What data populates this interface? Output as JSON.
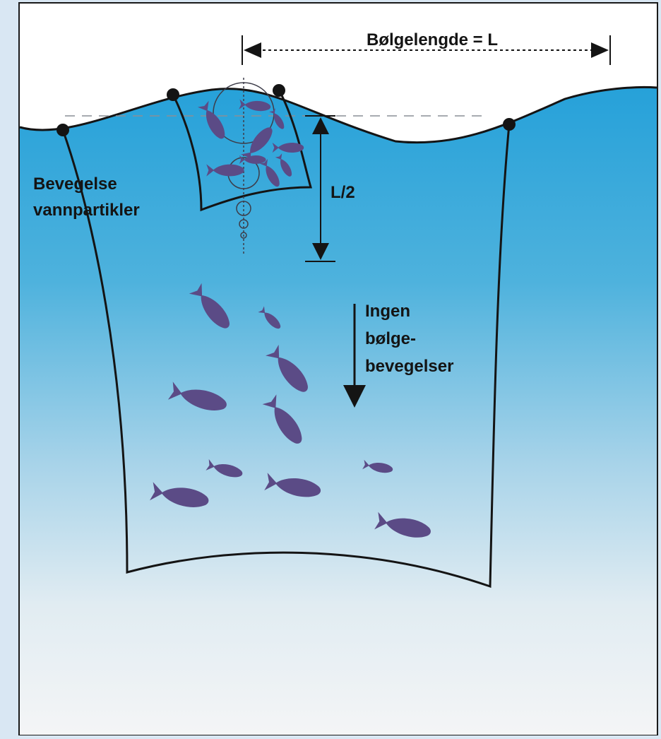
{
  "labels": {
    "wavelength": "Bølgelengde = L",
    "half_wavelength": "L/2",
    "particle_motion_line1": "Bevegelse",
    "particle_motion_line2": "vannpartikler",
    "no_wave_line1": "Ingen",
    "no_wave_line2": "bølge-",
    "no_wave_line3": "bevegelser"
  },
  "colors": {
    "water_surface": "#2aa3d8",
    "water_deep": "#f2f4f6",
    "fish": "#5b4b86",
    "outline": "#141414",
    "frame_background": "#ffffff"
  },
  "icons": {
    "fish": "fish-icon",
    "net": "net-pen",
    "buoy": "buoy-dot",
    "orbit": "orbit-circle"
  }
}
